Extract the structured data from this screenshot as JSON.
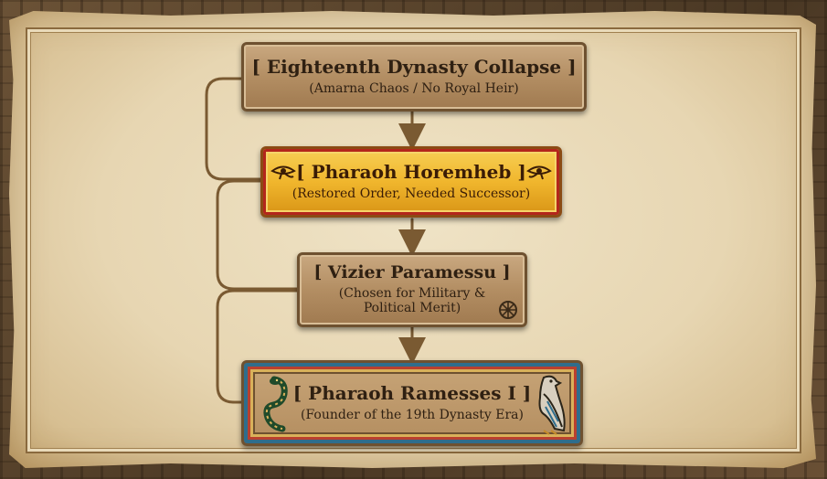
{
  "nodes": [
    {
      "title": "[ Eighteenth Dynasty Collapse ]",
      "subtitle": "(Amarna Chaos / No Royal Heir)"
    },
    {
      "title": "[ Pharaoh Horemheb ]",
      "subtitle": "(Restored Order, Needed Successor)"
    },
    {
      "title": "[ Vizier Paramessu ]",
      "subtitle_line1": "(Chosen for Military &",
      "subtitle_line2": "Political Merit)"
    },
    {
      "title": "[ Pharaoh Ramesses I ]",
      "subtitle": "(Founder of the 19th Dynasty Era)"
    }
  ],
  "icons": [
    "eye-of-horus-icon",
    "wheel-icon",
    "cobra-icon",
    "falcon-icon"
  ],
  "colors": {
    "connector": "#7a5a32",
    "stone": "#b38e63",
    "gold": "#f0b62d",
    "text": "#2f2012"
  }
}
